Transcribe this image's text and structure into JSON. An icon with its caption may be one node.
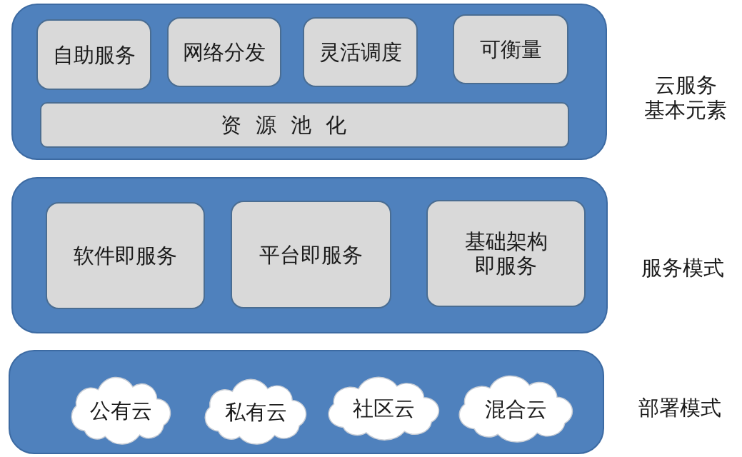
{
  "diagram": {
    "nodes": [
      {
        "text": [],
        "shape": "box",
        "beside": [
          "云服务基本元素"
        ]
      },
      {
        "text": [
          "自助服务"
        ],
        "in": 0
      },
      {
        "text": [
          "网络分发"
        ],
        "in": 0
      },
      {
        "text": [
          "灵活调度"
        ],
        "in": 0
      },
      {
        "text": [
          "可衡量"
        ],
        "in": 0
      },
      {
        "text": [
          "资源池化"
        ],
        "in": 0
      },
      {
        "text": [],
        "shape": "box",
        "beside": [
          "服务模式"
        ]
      },
      {
        "text": [
          "软件即服务"
        ],
        "in": 6
      },
      {
        "text": [
          "平台即服务"
        ],
        "in": 6
      },
      {
        "text": [
          "基础架构即服务"
        ],
        "in": 6
      },
      {
        "text": [],
        "shape": "box",
        "beside": [
          "部署模式"
        ]
      },
      {
        "text": [
          "公有云"
        ],
        "in": 10
      },
      {
        "text": [
          "私有云"
        ],
        "in": 10
      },
      {
        "text": [
          "社区云"
        ],
        "in": 10
      },
      {
        "text": [
          "混合云"
        ],
        "in": 10
      }
    ]
  }
}
